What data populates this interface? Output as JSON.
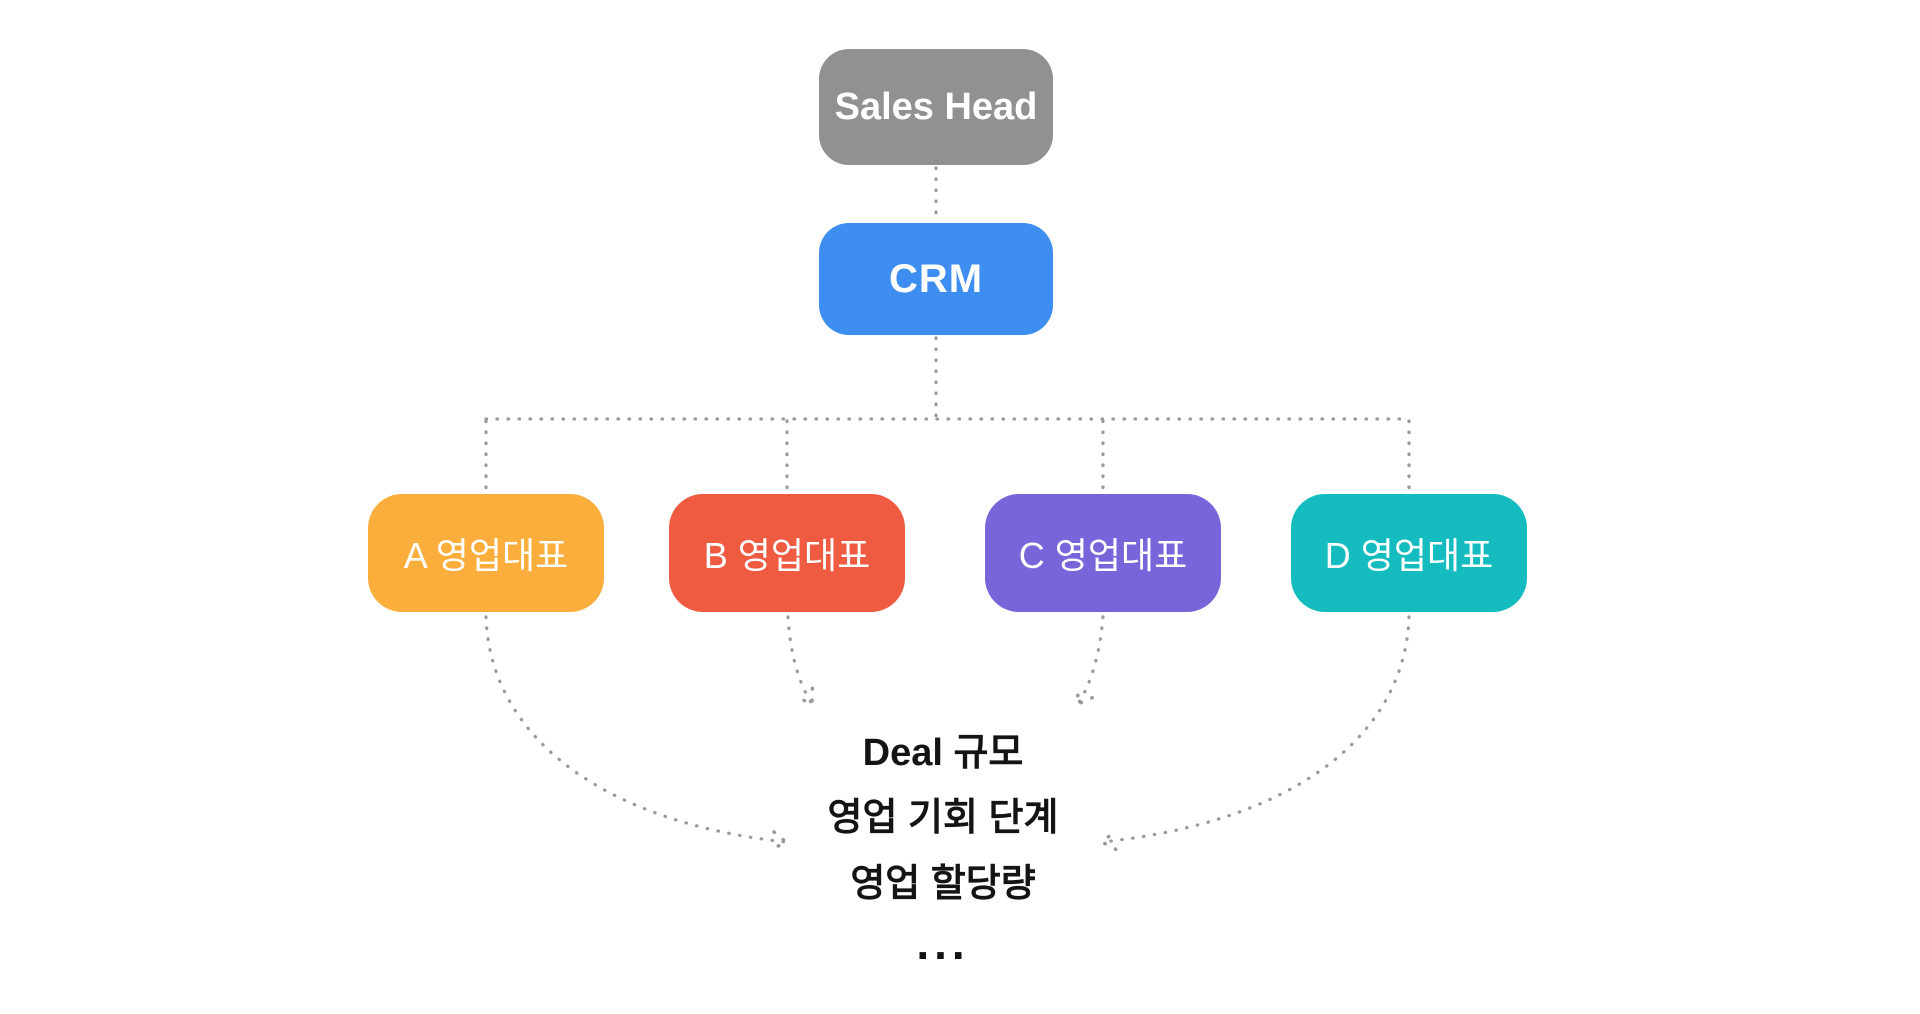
{
  "diagram": {
    "nodes": {
      "sales_head": {
        "label": "Sales Head",
        "color": "#919191",
        "text_color": "#FFFFFF"
      },
      "crm": {
        "label": "CRM",
        "color": "#3E8EF1",
        "text_color": "#FFFFFF"
      },
      "reps": [
        {
          "label": "A 영업대표",
          "color": "#FBAE3C"
        },
        {
          "label": "B 영업대표",
          "color": "#EE5B40"
        },
        {
          "label": "C 영업대표",
          "color": "#7A64DA"
        },
        {
          "label": "D 영업대표",
          "color": "#14BCC0"
        }
      ]
    },
    "shared_fields": [
      "Deal 규모",
      "영업 기회 단계",
      "영업 할당량",
      "..."
    ],
    "connector_color": "#999999",
    "field_text_color": "#141414",
    "background": "#FFFFFF"
  }
}
